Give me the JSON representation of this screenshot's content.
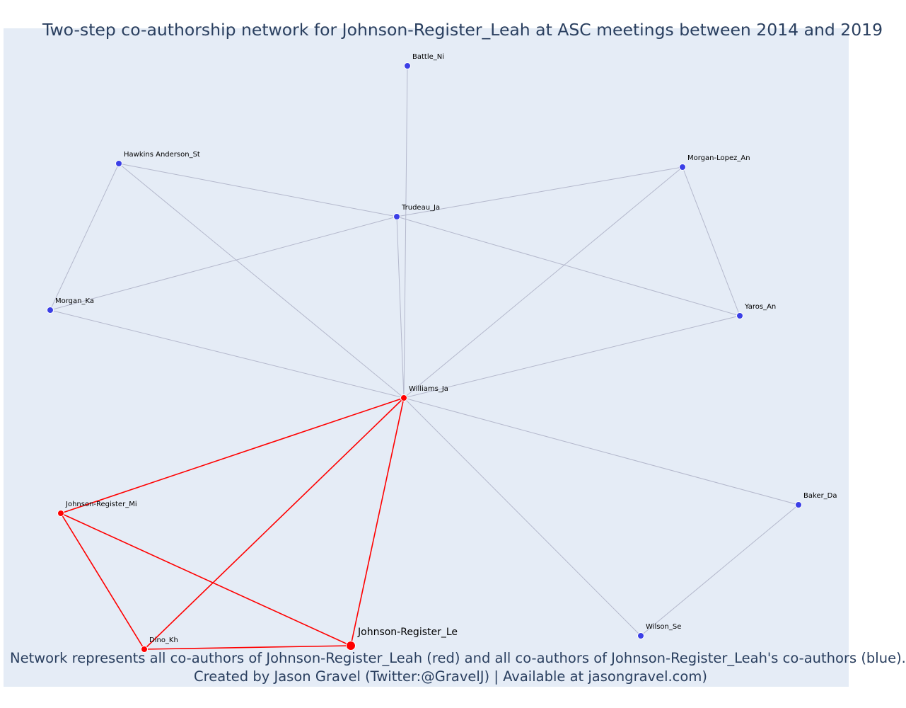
{
  "title": "Two-step co-authorship network for Johnson-Register_Leah at ASC meetings between 2014 and 2019",
  "caption": {
    "line1": "Network represents all co-authors of Johnson-Register_Leah (red) and all co-authors of Johnson-Register_Leah's co-authors (blue).",
    "line2": "Created by Jason Gravel (Twitter:@GravelJ) | Available at jasongravel.com)"
  },
  "colors": {
    "background": "#e5ecf6",
    "text": "#2a3f5f",
    "first_step": "#ff0000",
    "second_step": "#3b3fe6",
    "second_step_edge": "#b4b8cc"
  },
  "nodes": [
    {
      "id": "battle",
      "label": "Battle_Ni",
      "group": "second_step"
    },
    {
      "id": "hawkins",
      "label": "Hawkins Anderson_St",
      "group": "second_step"
    },
    {
      "id": "trudeau",
      "label": "Trudeau_Ja",
      "group": "second_step"
    },
    {
      "id": "morganlopez",
      "label": "Morgan-Lopez_An",
      "group": "second_step"
    },
    {
      "id": "morganka",
      "label": "Morgan_Ka",
      "group": "second_step"
    },
    {
      "id": "yaros",
      "label": "Yaros_An",
      "group": "second_step"
    },
    {
      "id": "williams",
      "label": "Williams_Ja",
      "group": "first_step"
    },
    {
      "id": "jrmi",
      "label": "Johnson-Register_Mi",
      "group": "first_step"
    },
    {
      "id": "baker",
      "label": "Baker_Da",
      "group": "second_step"
    },
    {
      "id": "dino",
      "label": "Dino_Kh",
      "group": "first_step"
    },
    {
      "id": "jrle",
      "label": "Johnson-Register_Le",
      "group": "focal"
    },
    {
      "id": "wilson",
      "label": "Wilson_Se",
      "group": "second_step"
    }
  ],
  "edges": [
    {
      "source": "battle",
      "target": "williams",
      "group": "second_step"
    },
    {
      "source": "trudeau",
      "target": "williams",
      "group": "second_step"
    },
    {
      "source": "hawkins",
      "target": "williams",
      "group": "second_step"
    },
    {
      "source": "hawkins",
      "target": "morganka",
      "group": "second_step"
    },
    {
      "source": "hawkins",
      "target": "trudeau",
      "group": "second_step"
    },
    {
      "source": "trudeau",
      "target": "morganlopez",
      "group": "second_step"
    },
    {
      "source": "trudeau",
      "target": "morganka",
      "group": "second_step"
    },
    {
      "source": "trudeau",
      "target": "yaros",
      "group": "second_step"
    },
    {
      "source": "morganlopez",
      "target": "yaros",
      "group": "second_step"
    },
    {
      "source": "morganlopez",
      "target": "williams",
      "group": "second_step"
    },
    {
      "source": "morganka",
      "target": "williams",
      "group": "second_step"
    },
    {
      "source": "yaros",
      "target": "williams",
      "group": "second_step"
    },
    {
      "source": "williams",
      "target": "baker",
      "group": "second_step"
    },
    {
      "source": "williams",
      "target": "wilson",
      "group": "second_step"
    },
    {
      "source": "baker",
      "target": "wilson",
      "group": "second_step"
    },
    {
      "source": "williams",
      "target": "jrmi",
      "group": "first_step"
    },
    {
      "source": "williams",
      "target": "dino",
      "group": "first_step"
    },
    {
      "source": "williams",
      "target": "jrle",
      "group": "first_step"
    },
    {
      "source": "jrmi",
      "target": "dino",
      "group": "first_step"
    },
    {
      "source": "jrmi",
      "target": "jrle",
      "group": "first_step"
    },
    {
      "source": "dino",
      "target": "jrle",
      "group": "first_step"
    }
  ]
}
